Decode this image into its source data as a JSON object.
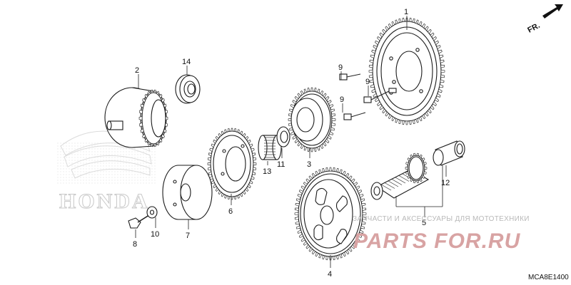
{
  "diagram": {
    "front_indicator": "FR.",
    "part_code": "MCA8E1400",
    "watermark": {
      "brand_logo": "HONDA",
      "store_caption": "ЗАПЧАСТИ И АКСЕССУАРЫ ДЛЯ МОТОТЕХНИКИ",
      "store_logo": "PARTS FOR.RU"
    },
    "callouts": [
      "1",
      "2",
      "3",
      "4",
      "5",
      "6",
      "7",
      "8",
      "9",
      "9",
      "9",
      "10",
      "11",
      "12",
      "13",
      "14"
    ]
  }
}
